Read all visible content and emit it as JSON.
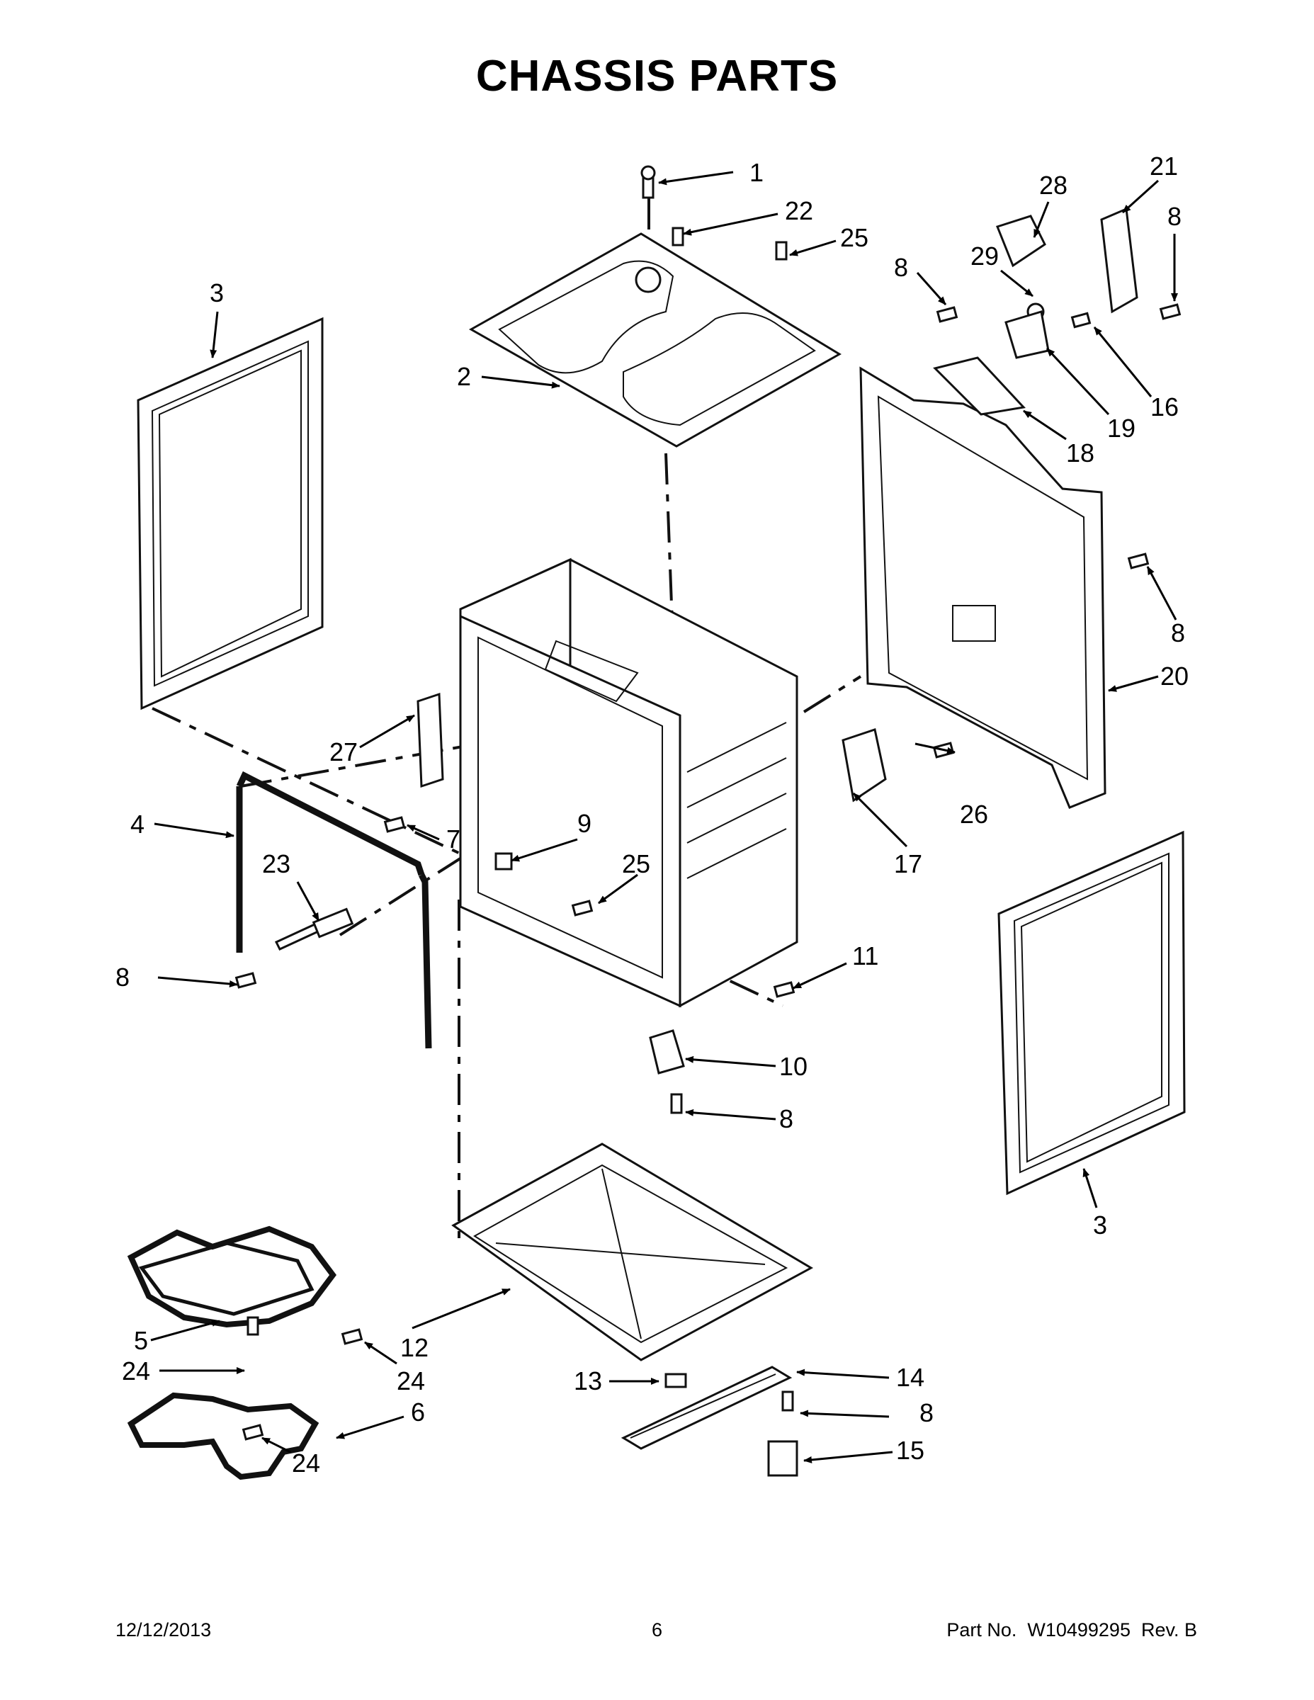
{
  "title": "CHASSIS PARTS",
  "footer": {
    "date": "12/12/2013",
    "page": "6",
    "part_number": "Part No.  W10499295  Rev. B"
  },
  "callouts": [
    {
      "id": "c1",
      "label": "1"
    },
    {
      "id": "c22",
      "label": "22"
    },
    {
      "id": "c25a",
      "label": "25"
    },
    {
      "id": "c2",
      "label": "2"
    },
    {
      "id": "c3a",
      "label": "3"
    },
    {
      "id": "c28",
      "label": "28"
    },
    {
      "id": "c21",
      "label": "21"
    },
    {
      "id": "c8a",
      "label": "8"
    },
    {
      "id": "c29",
      "label": "29"
    },
    {
      "id": "c8b",
      "label": "8"
    },
    {
      "id": "c16",
      "label": "16"
    },
    {
      "id": "c19",
      "label": "19"
    },
    {
      "id": "c18",
      "label": "18"
    },
    {
      "id": "c8c",
      "label": "8"
    },
    {
      "id": "c20",
      "label": "20"
    },
    {
      "id": "c26",
      "label": "26"
    },
    {
      "id": "c17",
      "label": "17"
    },
    {
      "id": "c27",
      "label": "27"
    },
    {
      "id": "c4",
      "label": "4"
    },
    {
      "id": "c7",
      "label": "7"
    },
    {
      "id": "c9",
      "label": "9"
    },
    {
      "id": "c23",
      "label": "23"
    },
    {
      "id": "c25b",
      "label": "25"
    },
    {
      "id": "c8d",
      "label": "8"
    },
    {
      "id": "c11",
      "label": "11"
    },
    {
      "id": "c10",
      "label": "10"
    },
    {
      "id": "c8e",
      "label": "8"
    },
    {
      "id": "c3b",
      "label": "3"
    },
    {
      "id": "c5",
      "label": "5"
    },
    {
      "id": "c12",
      "label": "12"
    },
    {
      "id": "c24a",
      "label": "24"
    },
    {
      "id": "c24b",
      "label": "24"
    },
    {
      "id": "c6",
      "label": "6"
    },
    {
      "id": "c24c",
      "label": "24"
    },
    {
      "id": "c13",
      "label": "13"
    },
    {
      "id": "c14",
      "label": "14"
    },
    {
      "id": "c8f",
      "label": "8"
    },
    {
      "id": "c15",
      "label": "15"
    }
  ]
}
